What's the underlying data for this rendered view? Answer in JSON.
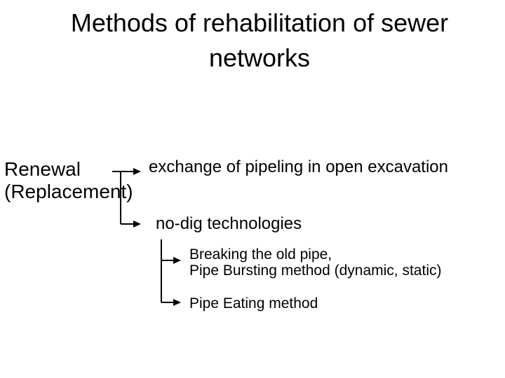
{
  "slide": {
    "title": {
      "line1": "Methods of rehabilitation of sewer",
      "line2": "networks"
    },
    "tree": {
      "root": {
        "line1": "Renewal",
        "line2": "(Replacement)"
      },
      "level2": [
        {
          "label": "exchange of pipeling in open excavation"
        },
        {
          "label": "no-dig technologies"
        }
      ],
      "level3": [
        {
          "line1": "Breaking the old pipe,",
          "line2": "Pipe Bursting method (dynamic, static)"
        },
        {
          "label": "Pipe Eating method"
        }
      ]
    },
    "colors": {
      "background": "#ffffff",
      "text": "#000000",
      "connector": "#000000"
    }
  }
}
